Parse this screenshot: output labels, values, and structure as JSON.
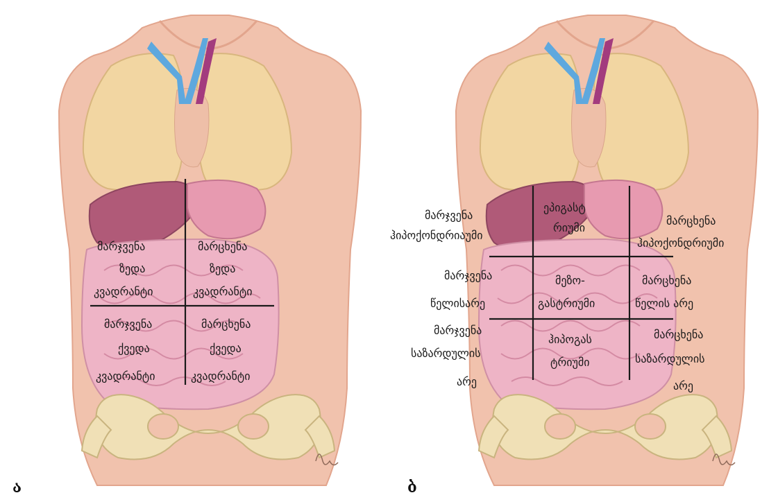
{
  "panel_a": {
    "letter": "ა",
    "labels": {
      "ruq": [
        "მარჯვენა",
        "ზედა",
        "კვადრანტი"
      ],
      "luq": [
        "მარცხენა",
        "ზედა",
        "კვადრანტი"
      ],
      "rlq": [
        "მარჯვენა",
        "ქვედა",
        "კვადრანტი"
      ],
      "llq": [
        "მარცხენა",
        "ქვედა",
        "კვადრანტი"
      ]
    }
  },
  "panel_b": {
    "letter": "ბ",
    "labels": {
      "r_hypochondriac": [
        "მარჯვენა",
        "ჰიპოქონდრიაუმი"
      ],
      "epigastric": [
        "ეპიგასტ",
        "რიუმი"
      ],
      "l_hypochondriac": [
        "მარცხენა",
        "ჰიპოქონდრიუმი"
      ],
      "r_lumbar": [
        "მარჯვენა",
        "წელისარე"
      ],
      "umbilical": [
        "მეზო-",
        "გასტრიუმი"
      ],
      "l_lumbar": [
        "მარცხენა",
        "წელის არე"
      ],
      "r_iliac": [
        "მარჯვენა",
        "საზარდულის",
        "არე"
      ],
      "hypogastric": [
        "ჰიპოგას",
        "ტრიუმი"
      ],
      "l_iliac": [
        "მარცხენა",
        "საზარდულის",
        "არე"
      ]
    }
  },
  "colors": {
    "skin": "#f1c2ad",
    "skin_shadow": "#e2a58d",
    "lung": "#f2d6a2",
    "vein": "#5ea8de",
    "artery": "#a33b7e",
    "liver": "#b05a78",
    "stomach": "#e79ab0",
    "intestine": "#eeb4c6",
    "bone": "#f0e0b6"
  }
}
